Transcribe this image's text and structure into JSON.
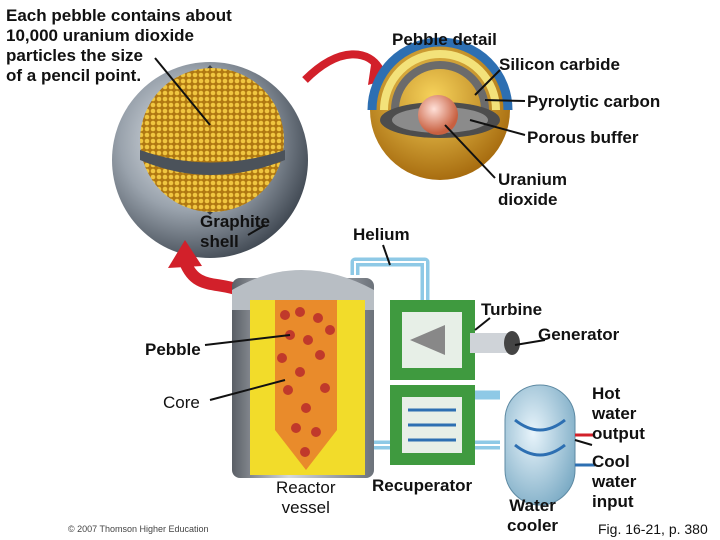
{
  "labels": {
    "pebble_contains": "Each pebble contains about\n10,000 uranium dioxide\nparticles the size\nof a pencil point.",
    "pebble_detail": "Pebble detail",
    "silicon_carbide": "Silicon carbide",
    "pyrolytic_carbon": "Pyrolytic carbon",
    "porous_buffer": "Porous buffer",
    "uranium_dioxide": "Uranium\ndioxide",
    "graphite_shell": "Graphite\nshell",
    "helium": "Helium",
    "turbine": "Turbine",
    "generator": "Generator",
    "pebble": "Pebble",
    "core": "Core",
    "reactor_vessel": "Reactor\nvessel",
    "recuperator": "Recuperator",
    "water_cooler": "Water\ncooler",
    "hot_water_output": "Hot\nwater\noutput",
    "cool_water_input": "Cool\nwater\ninput",
    "figure_ref": "Fig. 16-21, p. 380",
    "copyright": "© 2007 Thomson Higher Education"
  },
  "colors": {
    "shell_silver": "#9aa3ad",
    "fuel_gold": "#d9a520",
    "vessel_yellow": "#f2dc2a",
    "pipe_blue": "#8ec9e6",
    "machine_green": "#3f9a3f",
    "arrow_red": "#d2202a"
  }
}
